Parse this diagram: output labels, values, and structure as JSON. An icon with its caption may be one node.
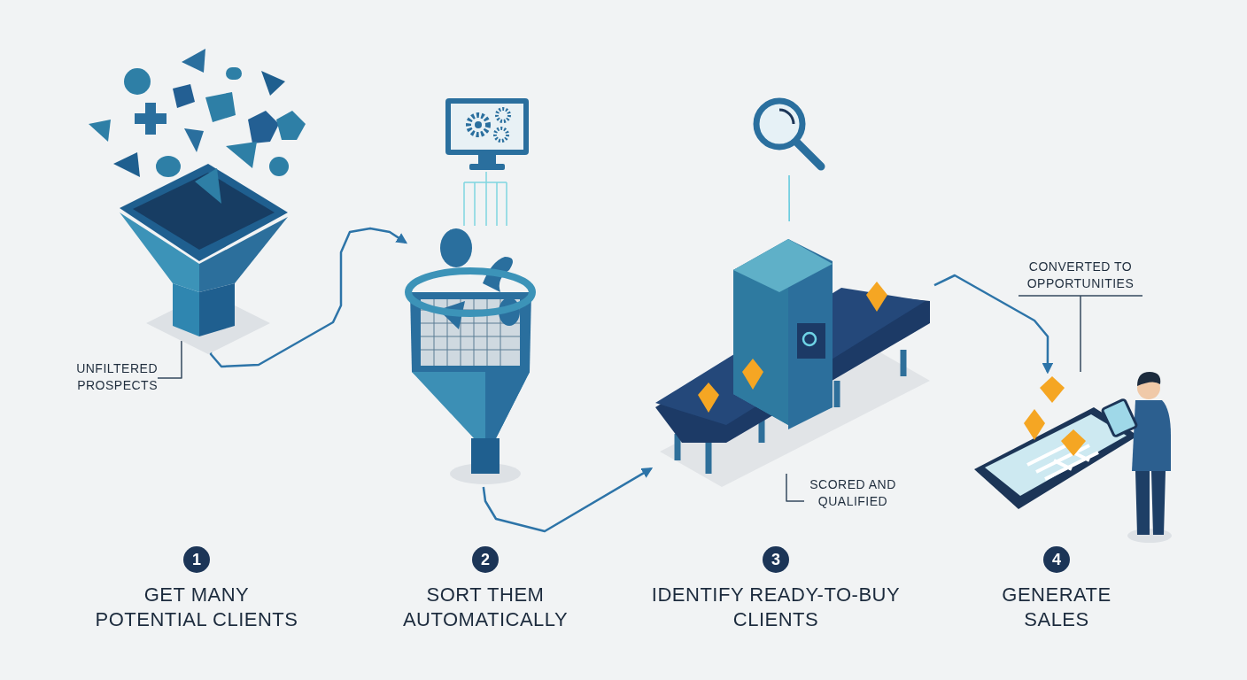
{
  "diagram": {
    "nodes": [
      {
        "text": [],
        "shape": "picture",
        "beside": [
          "1",
          "GET MANY POTENTIAL CLIENTS"
        ]
      },
      {
        "text": [],
        "shape": "picture",
        "beside": [
          "2",
          "SORT THEM AUTOMATICALLY"
        ]
      },
      {
        "text": [],
        "shape": "picture",
        "beside": [
          "3",
          "IDENTIFY READY-TO-BUY CLIENTS"
        ]
      },
      {
        "text": [],
        "shape": "picture",
        "beside": [
          "4",
          "GENERATE SALES"
        ]
      },
      {
        "text": [
          "UNFILTERED PROSPECTS"
        ]
      },
      {
        "text": [
          "SCORED AND QUALIFIED"
        ]
      },
      {
        "text": [
          "CONVERTED TO OPPORTUNITIES"
        ]
      },
      {
        "text": [],
        "shape": "picture"
      },
      {
        "text": [],
        "shape": "picture"
      }
    ],
    "edges": [
      {
        "from": 0,
        "to": 1,
        "arrow": "to"
      },
      {
        "from": 1,
        "to": 2,
        "arrow": "to"
      },
      {
        "from": 2,
        "to": 3,
        "arrow": "to"
      },
      {
        "from": 4,
        "to": 0,
        "arrow": "none",
        "color": "#34495e"
      },
      {
        "from": 5,
        "to": 2,
        "arrow": "none",
        "color": "#34495e"
      },
      {
        "from": 6,
        "to": 3,
        "arrow": "none",
        "color": "#34495e"
      },
      {
        "from": 7,
        "to": 1,
        "arrow": "none",
        "color": "#7fd6df"
      },
      {
        "from": 8,
        "to": 2,
        "arrow": "none",
        "color": "#5cc8dc"
      }
    ]
  }
}
